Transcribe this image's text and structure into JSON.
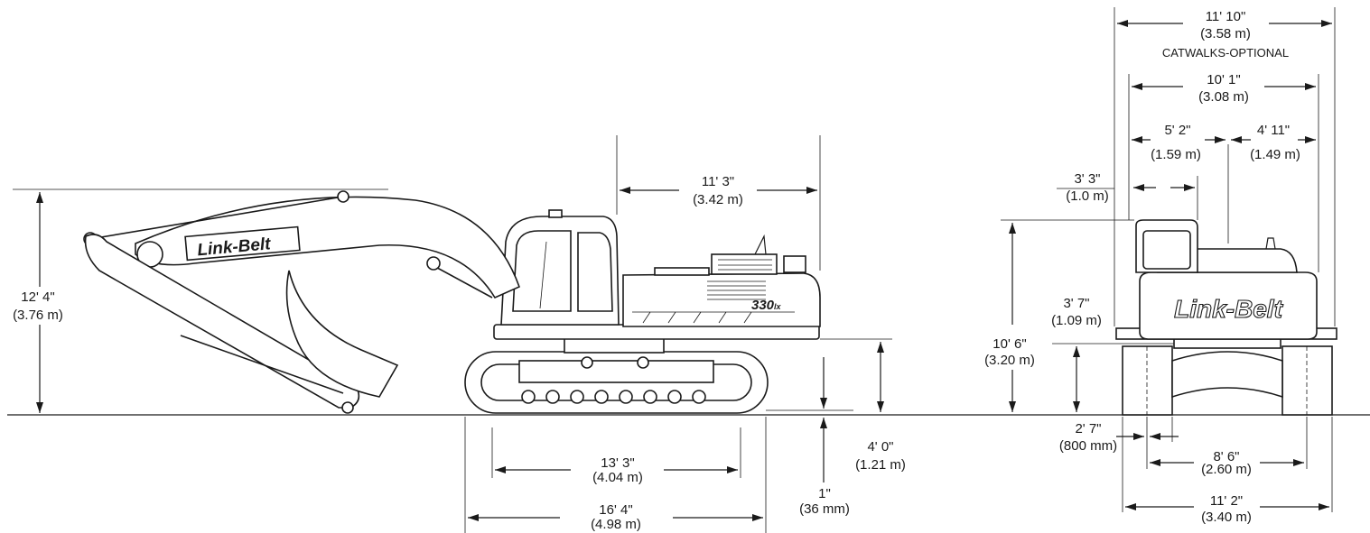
{
  "brand": {
    "logo_text": "Link-Belt",
    "model_badge": "330",
    "model_suffix": "lx"
  },
  "side_view": {
    "dims": {
      "overall_height": {
        "imperial": "12' 4\"",
        "metric": "(3.76 m)"
      },
      "tail_length": {
        "imperial": "11'  3\"",
        "metric": "(3.42 m)"
      },
      "tumbler_length": {
        "imperial": "13' 3\"",
        "metric": "(4.04 m)"
      },
      "track_length": {
        "imperial": "16' 4\"",
        "metric": "(4.98 m)"
      },
      "grouser_height": {
        "imperial": "1\"",
        "metric": "(36 mm)"
      },
      "counterweight_clearance": {
        "imperial": "4' 0\"",
        "metric": "(1.21 m)"
      }
    }
  },
  "front_view": {
    "dims": {
      "width_catwalks": {
        "imperial": "11' 10\"",
        "metric": "(3.58 m)",
        "note": "CATWALKS-OPTIONAL"
      },
      "upper_width": {
        "imperial": "10' 1\"",
        "metric": "(3.08 m)"
      },
      "left_section": {
        "imperial": "5' 2\"",
        "metric": "(1.59 m)"
      },
      "right_section": {
        "imperial": "4' 11\"",
        "metric": "(1.49 m)"
      },
      "cab_width": {
        "imperial": "3' 3\"",
        "metric": "(1.0 m)"
      },
      "ground_clearance": {
        "imperial": "3' 7\"",
        "metric": "(1.09 m)"
      },
      "cab_height": {
        "imperial": "10' 6\"",
        "metric": "(3.20 m)"
      },
      "shoe_width": {
        "imperial": "2' 7\"",
        "metric": "(800 mm)"
      },
      "track_gauge": {
        "imperial": "8' 6\"",
        "metric": "(2.60 m)"
      },
      "overall_width": {
        "imperial": "11' 2\"",
        "metric": "(3.40 m)"
      }
    }
  }
}
